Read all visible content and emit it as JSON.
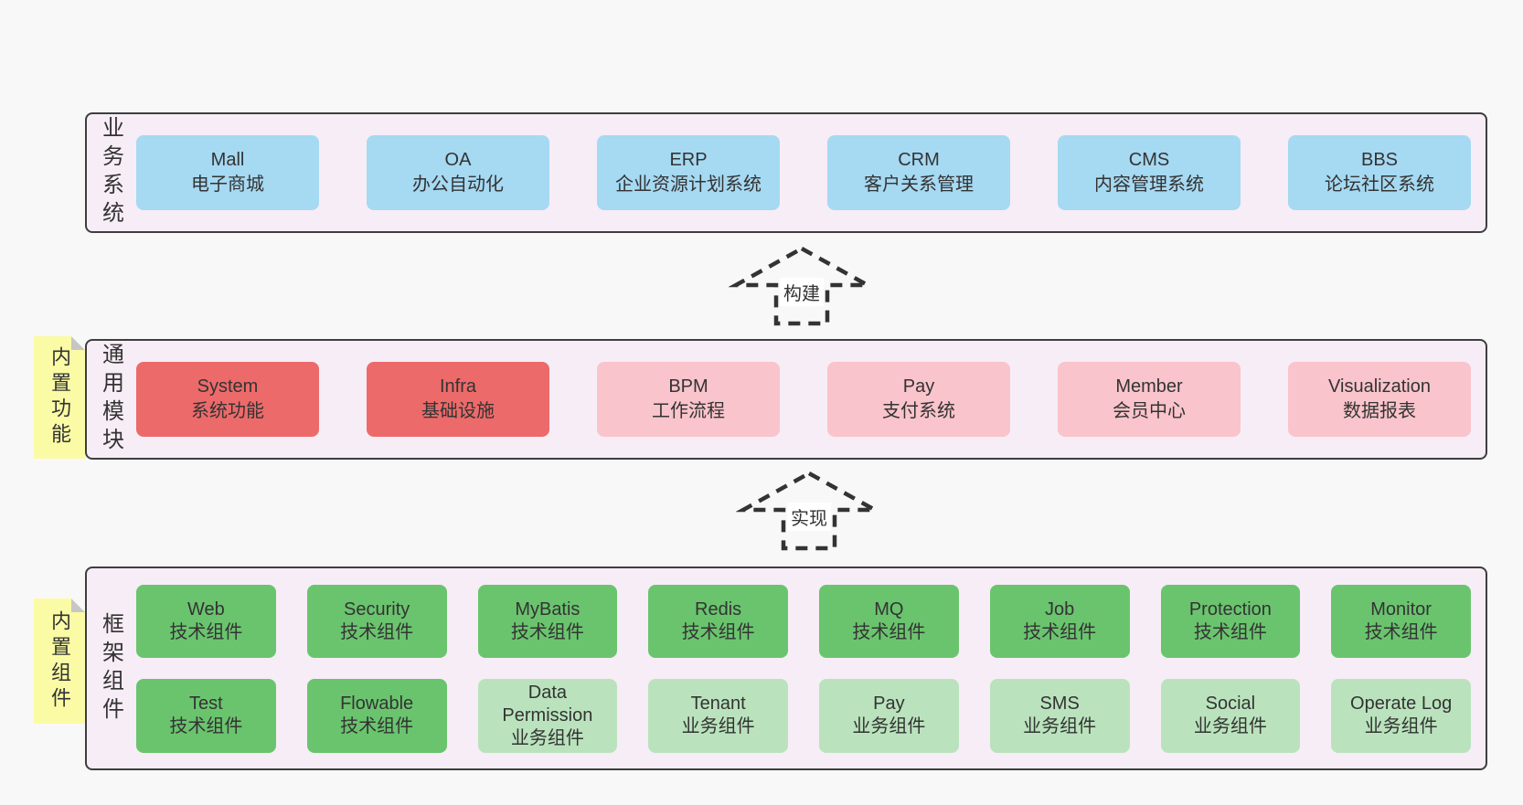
{
  "palette": {
    "page_bg": "#f8f8f8",
    "panel_bg": "#f7edf6",
    "panel_border": "#3e3e3e",
    "business_box": "#a6d9f2",
    "core_module_box": "#ed6a6a",
    "optional_module_box": "#f9c4cb",
    "tech_component_box": "#6ac46e",
    "biz_component_box": "#bae3bd",
    "sticky_tag": "#fbfba5",
    "text": "#333333"
  },
  "arrows": {
    "build": {
      "label": "构建"
    },
    "implement": {
      "label": "实现"
    }
  },
  "business": {
    "label": "业务系统",
    "items": [
      {
        "en": "Mall",
        "zh": "电子商城"
      },
      {
        "en": "OA",
        "zh": "办公自动化"
      },
      {
        "en": "ERP",
        "zh": "企业资源计划系统"
      },
      {
        "en": "CRM",
        "zh": "客户关系管理"
      },
      {
        "en": "CMS",
        "zh": "内容管理系统"
      },
      {
        "en": "BBS",
        "zh": "论坛社区系统"
      }
    ]
  },
  "modules": {
    "label": "通用模块",
    "tag": "内置功能",
    "items": [
      {
        "en": "System",
        "zh": "系统功能"
      },
      {
        "en": "Infra",
        "zh": "基础设施"
      },
      {
        "en": "BPM",
        "zh": "工作流程"
      },
      {
        "en": "Pay",
        "zh": "支付系统"
      },
      {
        "en": "Member",
        "zh": "会员中心"
      },
      {
        "en": "Visualization",
        "zh": "数据报表"
      }
    ]
  },
  "framework": {
    "label": "框架组件",
    "tag": "内置组件",
    "items": [
      {
        "en": "Web",
        "zh": "技术组件"
      },
      {
        "en": "Security",
        "zh": "技术组件"
      },
      {
        "en": "MyBatis",
        "zh": "技术组件"
      },
      {
        "en": "Redis",
        "zh": "技术组件"
      },
      {
        "en": "MQ",
        "zh": "技术组件"
      },
      {
        "en": "Job",
        "zh": "技术组件"
      },
      {
        "en": "Protection",
        "zh": "技术组件"
      },
      {
        "en": "Monitor",
        "zh": "技术组件"
      },
      {
        "en": "Test",
        "zh": "技术组件"
      },
      {
        "en": "Flowable",
        "zh": "技术组件"
      },
      {
        "en": "Data Permission",
        "zh": "业务组件"
      },
      {
        "en": "Tenant",
        "zh": "业务组件"
      },
      {
        "en": "Pay",
        "zh": "业务组件"
      },
      {
        "en": "SMS",
        "zh": "业务组件"
      },
      {
        "en": "Social",
        "zh": "业务组件"
      },
      {
        "en": "Operate Log",
        "zh": "业务组件"
      }
    ]
  }
}
